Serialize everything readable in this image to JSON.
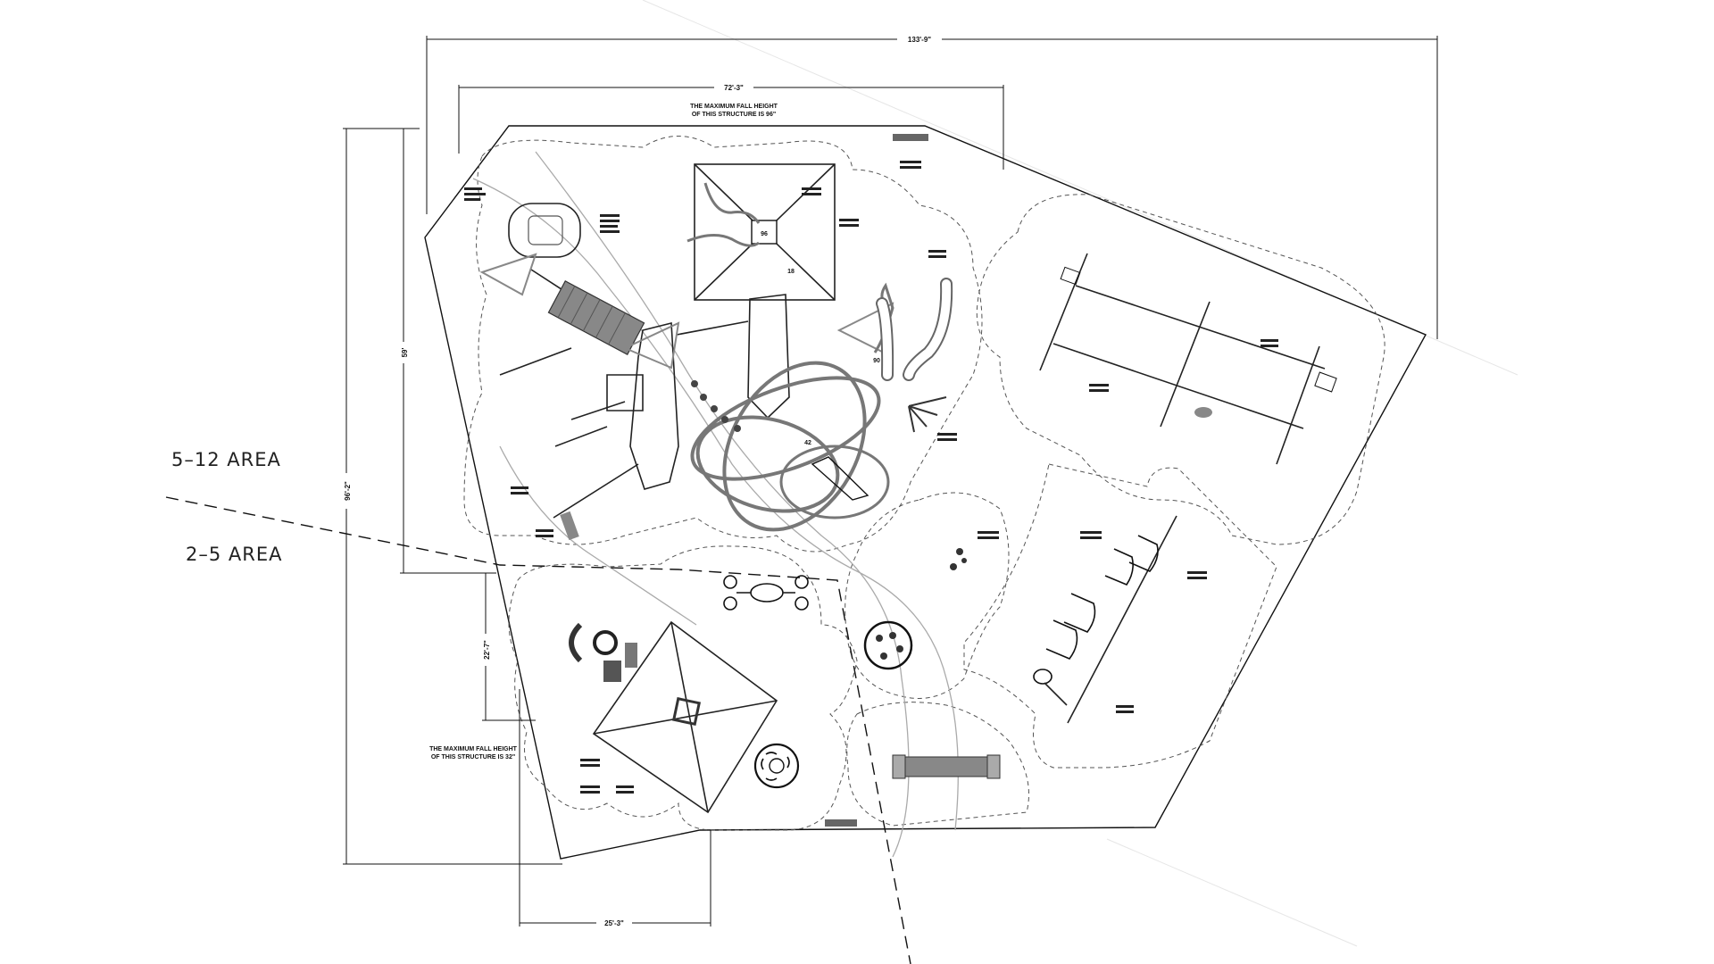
{
  "zones": {
    "upper_label": "5–12 AREA",
    "lower_label": "2–5 AREA"
  },
  "dimensions": {
    "overall_width": "133'-9\"",
    "structure_width": "72'-3\"",
    "overall_height": "96'-2\"",
    "upper_height": "59'",
    "lower_height": "22'-7\"",
    "lower_width": "25'-3\""
  },
  "notes": {
    "fall_height_upper_line1": "THE MAXIMUM FALL HEIGHT",
    "fall_height_upper_line2": "OF THIS STRUCTURE IS 96\"",
    "fall_height_lower_line1": "THE MAXIMUM FALL HEIGHT",
    "fall_height_lower_line2": "OF THIS STRUCTURE IS 32\""
  },
  "platform_heights": {
    "deck_a": "96",
    "deck_b": "18",
    "deck_c": "90",
    "deck_d": "42"
  },
  "colors": {
    "linework": "#111111",
    "equipment_gray": "#777777",
    "path_gray": "#aaaaaa",
    "background": "#ffffff"
  }
}
